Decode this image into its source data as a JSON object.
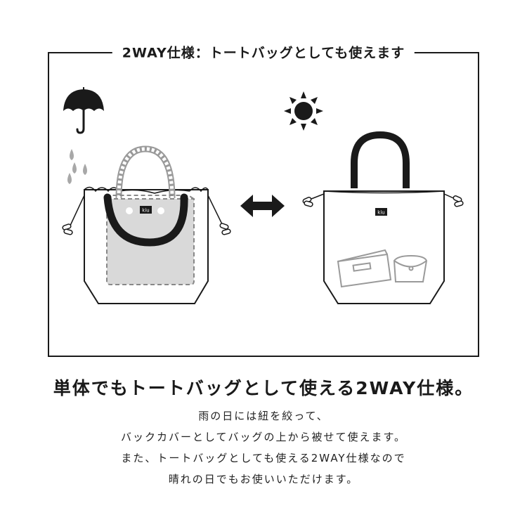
{
  "frame": {
    "title": "2WAY仕様：トートバッグとしても使えます"
  },
  "left_scene": {
    "weather_icon": "umbrella-icon",
    "rain_icon": "raindrops-icon",
    "bag_label": "kiu"
  },
  "exchange_icon": "double-arrow-icon",
  "right_scene": {
    "weather_icon": "sun-icon",
    "bag_label": "kiu"
  },
  "headline": "単体でもトートバッグとして使える2WAY仕様。",
  "description": [
    "雨の日には紐を絞って、",
    "バックカバーとしてバッグの上から被せて使えます。",
    "また、トートバッグとしても使える2WAY仕様なので",
    "晴れの日でもお使いいただけます。"
  ],
  "colors": {
    "ink": "#1a1a1a",
    "gray_fill": "#d9d9d9",
    "gray_line": "#9a9a9a",
    "background": "#ffffff"
  }
}
